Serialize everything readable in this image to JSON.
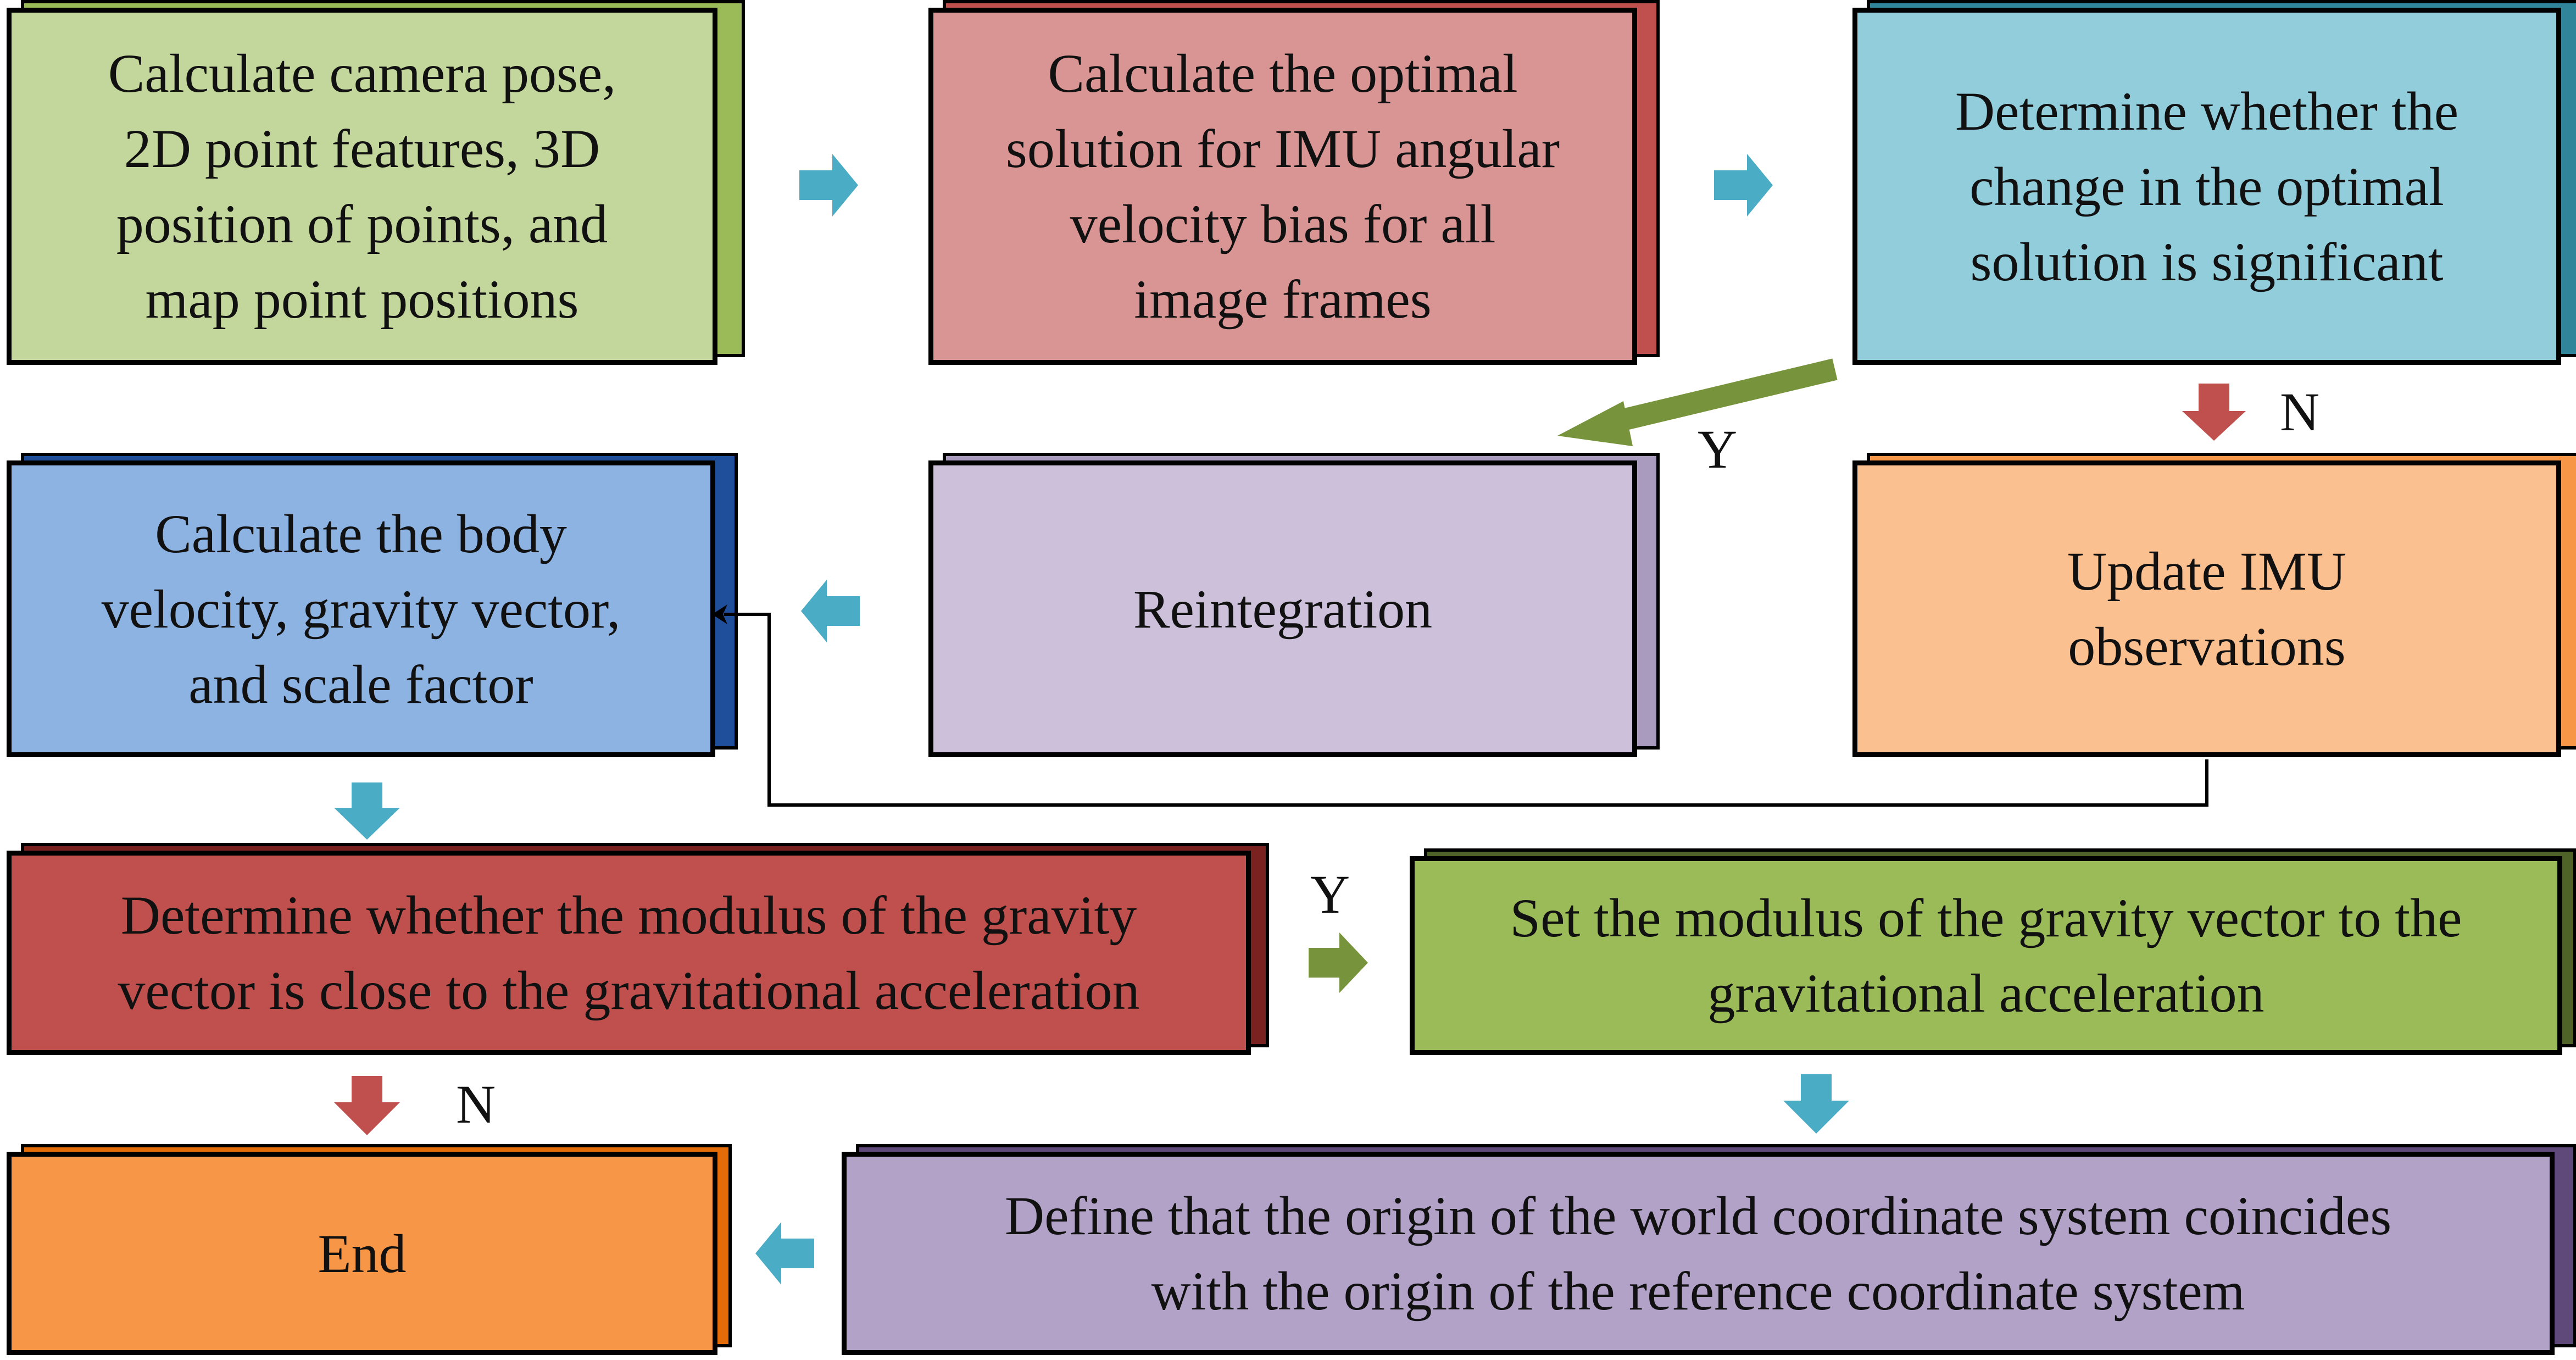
{
  "boxes": {
    "b1": "Calculate camera pose,\n2D point features, 3D\nposition of points, and\nmap point positions",
    "b2": "Calculate the optimal\nsolution for IMU angular\nvelocity bias for all\nimage frames",
    "b3": "Determine whether the\nchange in the optimal\nsolution is significant",
    "b4": "Calculate the body\nvelocity, gravity vector,\nand scale factor",
    "b5": "Reintegration",
    "b6": "Update IMU\nobservations",
    "b7": "Determine whether the modulus of the gravity\nvector is close to the gravitational acceleration",
    "b8": "Set the modulus of the gravity vector to the\ngravitational acceleration",
    "b9": "End",
    "b10": "Define that the origin of the world coordinate system coincides\nwith the origin of the reference coordinate system"
  },
  "labels": {
    "y1": "Y",
    "n1": "N",
    "y2": "Y",
    "n2": "N"
  },
  "colors": {
    "green_light": "#c3d69b",
    "red_light": "#d99594",
    "cyan": "#92cddc",
    "blue": "#8db3e2",
    "lavender": "#ccc0da",
    "peach": "#fac090",
    "red_dark": "#c0504d",
    "green": "#9bbb59",
    "orange": "#f79646",
    "purple": "#b2a2c7",
    "arrow_cyan": "#4bacc6",
    "arrow_red": "#c0504d",
    "arrow_green": "#77933c"
  }
}
